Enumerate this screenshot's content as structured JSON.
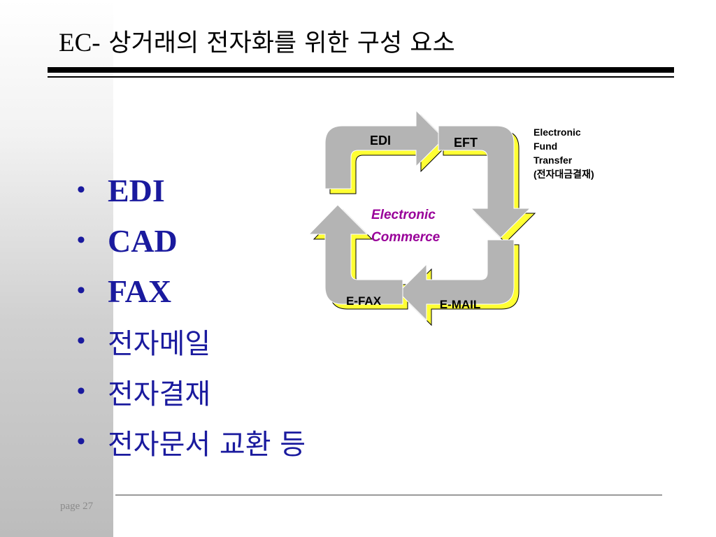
{
  "slide": {
    "title_prefix": "EC-",
    "title_korean": "상거래의 전자화를 위한 구성 요소"
  },
  "bullets": [
    {
      "marker": "•",
      "text": "EDI"
    },
    {
      "marker": "•",
      "text": "CAD"
    },
    {
      "marker": "•",
      "text": "FAX"
    },
    {
      "marker": "•",
      "text": "전자메일"
    },
    {
      "marker": "•",
      "text": "전자결재"
    },
    {
      "marker": "•",
      "text": "전자문서 교환 등"
    }
  ],
  "diagram": {
    "center_line1": "Electronic",
    "center_line2": "Commerce",
    "labels": {
      "edi": "EDI",
      "eft": "EFT",
      "email": "E-MAIL",
      "efax": "E-FAX"
    },
    "colors": {
      "arrow_fill": "#b4b4b4",
      "arrow_shadow": "#ffff33",
      "center_text": "#990099"
    }
  },
  "note": {
    "line1": "Electronic",
    "line2": "Fund",
    "line3": "Transfer",
    "line4": "(전자대금결재)"
  },
  "footer": {
    "page_label": "page  27"
  }
}
